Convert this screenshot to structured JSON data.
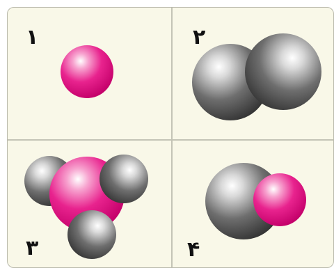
{
  "panels": [
    {
      "label": "۱",
      "atoms": [
        "pink"
      ]
    },
    {
      "label": "۲",
      "atoms": [
        "gray",
        "gray"
      ]
    },
    {
      "label": "۳",
      "atoms": [
        "pink",
        "gray",
        "gray",
        "gray"
      ]
    },
    {
      "label": "۴",
      "atoms": [
        "gray",
        "pink"
      ]
    }
  ],
  "colors": {
    "background": "#f9f8e8",
    "border": "#b9b9ab",
    "pink_atom": "#e6007e",
    "gray_atom": "#555555"
  }
}
